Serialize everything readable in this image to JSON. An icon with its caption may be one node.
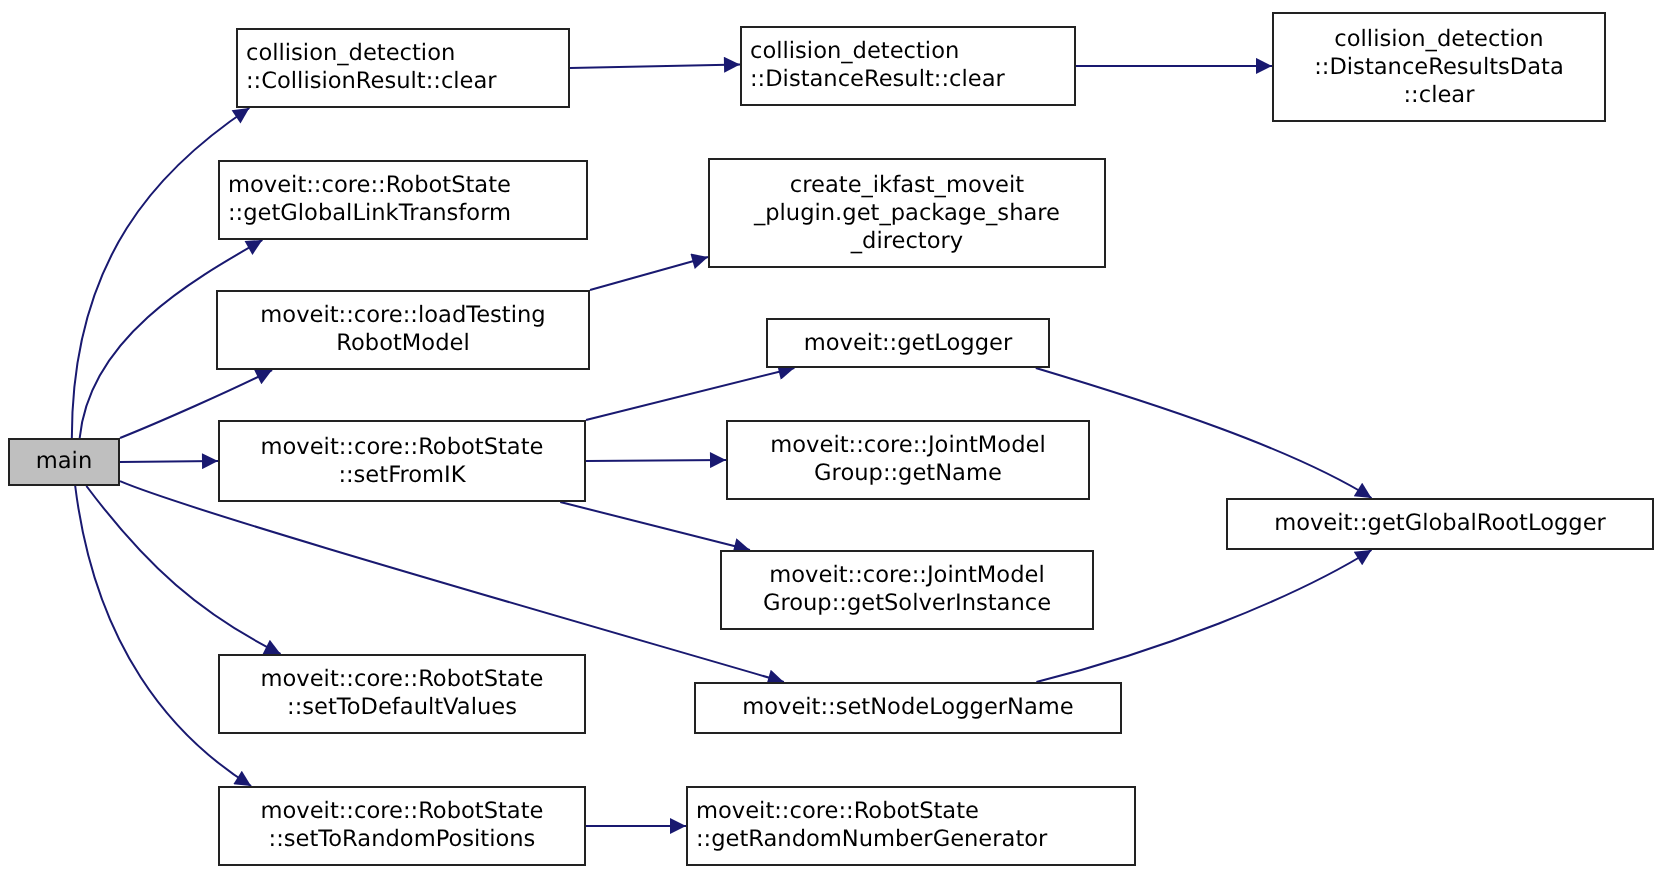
{
  "diagram": {
    "nodes": [
      {
        "text": [
          "main"
        ]
      },
      {
        "text": [
          "collision_detection ::CollisionResult::clear"
        ]
      },
      {
        "text": [
          "moveit::core::RobotState ::getGlobalLinkTransform"
        ]
      },
      {
        "text": [
          "moveit::core::loadTesting RobotModel"
        ]
      },
      {
        "text": [
          "moveit::core::RobotState ::setFromIK"
        ]
      },
      {
        "text": [
          "moveit::core::RobotState ::setToDefaultValues"
        ]
      },
      {
        "text": [
          "moveit::core::RobotState ::setToRandomPositions"
        ]
      },
      {
        "text": [
          "collision_detection ::DistanceResult::clear"
        ]
      },
      {
        "text": [
          "collision_detection ::DistanceResultsData ::clear"
        ]
      },
      {
        "text": [
          "create_ikfast_moveit _plugin.get_package_share _directory"
        ]
      },
      {
        "text": [
          "moveit::getLogger"
        ]
      },
      {
        "text": [
          "moveit::core::JointModel Group::getName"
        ]
      },
      {
        "text": [
          "moveit::core::JointModel Group::getSolverInstance"
        ]
      },
      {
        "text": [
          "moveit::setNodeLoggerName"
        ]
      },
      {
        "text": [
          "moveit::core::RobotState ::getRandomNumberGenerator"
        ]
      },
      {
        "text": [
          "moveit::getGlobalRootLogger"
        ]
      }
    ],
    "edges": [
      {
        "from": 0,
        "to": 1,
        "arrow": "to"
      },
      {
        "from": 0,
        "to": 2,
        "arrow": "to"
      },
      {
        "from": 0,
        "to": 3,
        "arrow": "to"
      },
      {
        "from": 0,
        "to": 4,
        "arrow": "to"
      },
      {
        "from": 0,
        "to": 5,
        "arrow": "to"
      },
      {
        "from": 0,
        "to": 6,
        "arrow": "to"
      },
      {
        "from": 0,
        "to": 13,
        "arrow": "to"
      },
      {
        "from": 1,
        "to": 7,
        "arrow": "to"
      },
      {
        "from": 7,
        "to": 8,
        "arrow": "to"
      },
      {
        "from": 3,
        "to": 9,
        "arrow": "to"
      },
      {
        "from": 4,
        "to": 10,
        "arrow": "to"
      },
      {
        "from": 4,
        "to": 11,
        "arrow": "to"
      },
      {
        "from": 4,
        "to": 12,
        "arrow": "to"
      },
      {
        "from": 10,
        "to": 15,
        "arrow": "to"
      },
      {
        "from": 13,
        "to": 15,
        "arrow": "to"
      },
      {
        "from": 6,
        "to": 14,
        "arrow": "to"
      }
    ]
  }
}
